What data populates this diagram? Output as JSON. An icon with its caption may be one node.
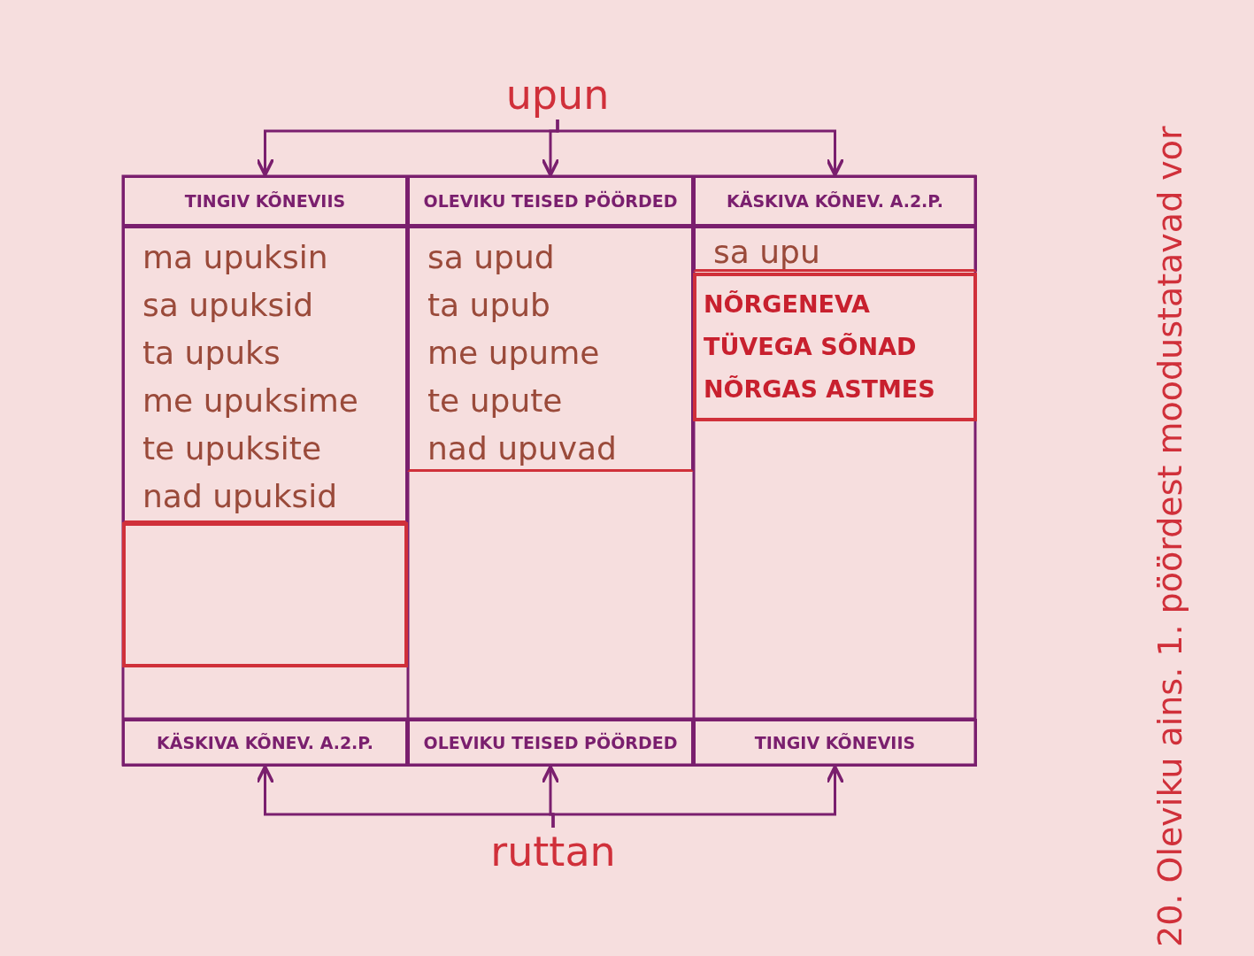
{
  "diagram": {
    "caption": "20. Oleviku ains. 1. pöördest moodustatavad vor",
    "nodes": [
      {
        "text": [
          "upun"
        ]
      },
      {
        "text": [
          "TINGIV KÕNEVIIS"
        ]
      },
      {
        "text": [
          "OLEVIKU TEISED PÖÖRDED"
        ]
      },
      {
        "text": [
          "KÄSKIVA KÕNEV. A.2.P."
        ]
      },
      {
        "text": [
          "ma upuksin",
          "sa upuksid",
          "ta upuks",
          "me upuksime",
          "te upuksite",
          "nad upuksid"
        ]
      },
      {
        "text": [
          "sa upud",
          "ta upub",
          "me upume",
          "te upute",
          "nad upuvad"
        ]
      },
      {
        "text": [
          "sa upu"
        ]
      },
      {
        "text": [
          "NÕRGENEVA TÜVEGA SÕNAD NÕRGAS ASTMES"
        ]
      },
      {
        "text": [],
        "shape": "box"
      },
      {
        "text": [
          "KÄSKIVA KÕNEV. A.2.P."
        ]
      },
      {
        "text": [
          "OLEVIKU TEISED PÖÖRDED"
        ]
      },
      {
        "text": [
          "TINGIV KÕNEVIIS"
        ]
      },
      {
        "text": [
          "ruttan"
        ]
      }
    ],
    "edges": [
      {
        "from": 0,
        "to": 1,
        "arrow": "to"
      },
      {
        "from": 0,
        "to": 2,
        "arrow": "to"
      },
      {
        "from": 0,
        "to": 3,
        "arrow": "to"
      },
      {
        "from": 12,
        "to": 9,
        "arrow": "to"
      },
      {
        "from": 12,
        "to": 10,
        "arrow": "to"
      },
      {
        "from": 12,
        "to": 11,
        "arrow": "to"
      }
    ]
  }
}
